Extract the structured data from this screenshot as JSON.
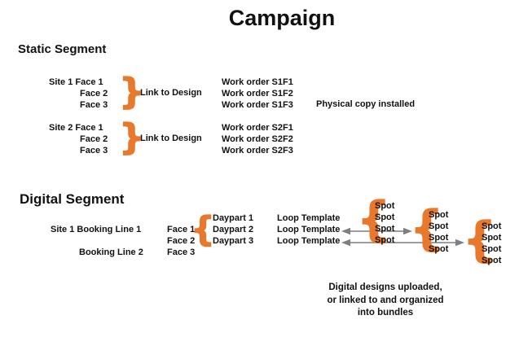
{
  "title": "Campaign",
  "colors": {
    "brace": "#E8782B",
    "arrow": "#7F7F7F",
    "text": "#111111"
  },
  "glyphs": {
    "brace_left": "{",
    "brace_right": "}"
  },
  "static_segment": {
    "heading": "Static Segment",
    "note": "Physical copy installed",
    "sites": [
      {
        "first_row": "Site 1 Face 1",
        "faces_rest": [
          "Face 2",
          "Face 3"
        ],
        "link_label": "Link to Design",
        "work_orders": [
          "Work order S1F1",
          "Work order S1F2",
          "Work order S1F3"
        ]
      },
      {
        "first_row": "Site 2 Face 1",
        "faces_rest": [
          "Face 2",
          "Face 3"
        ],
        "link_label": "Link to Design",
        "work_orders": [
          "Work order S2F1",
          "Work order S2F2",
          "Work order S2F3"
        ]
      }
    ]
  },
  "digital_segment": {
    "heading": "Digital Segment",
    "booking_rows": [
      "Site 1 Booking Line 1",
      "Booking Line 2"
    ],
    "faces": [
      "Face 1",
      "Face 2",
      "Face 3"
    ],
    "dayparts": [
      "Daypart 1",
      "Daypart 2",
      "Daypart 3"
    ],
    "loop_templates": [
      "Loop Template",
      "Loop Template",
      "Loop Template"
    ],
    "spot_groups": [
      {
        "spots": [
          "Spot",
          "Spot",
          "Spot",
          "Spot"
        ]
      },
      {
        "spots": [
          "Spot",
          "Spot",
          "Spot",
          "Spot"
        ]
      },
      {
        "spots": [
          "Spot",
          "Spot",
          "Spot",
          "Spot"
        ]
      }
    ],
    "note_lines": [
      "Digital designs uploaded,",
      "or linked to and organized",
      "into bundles"
    ]
  }
}
